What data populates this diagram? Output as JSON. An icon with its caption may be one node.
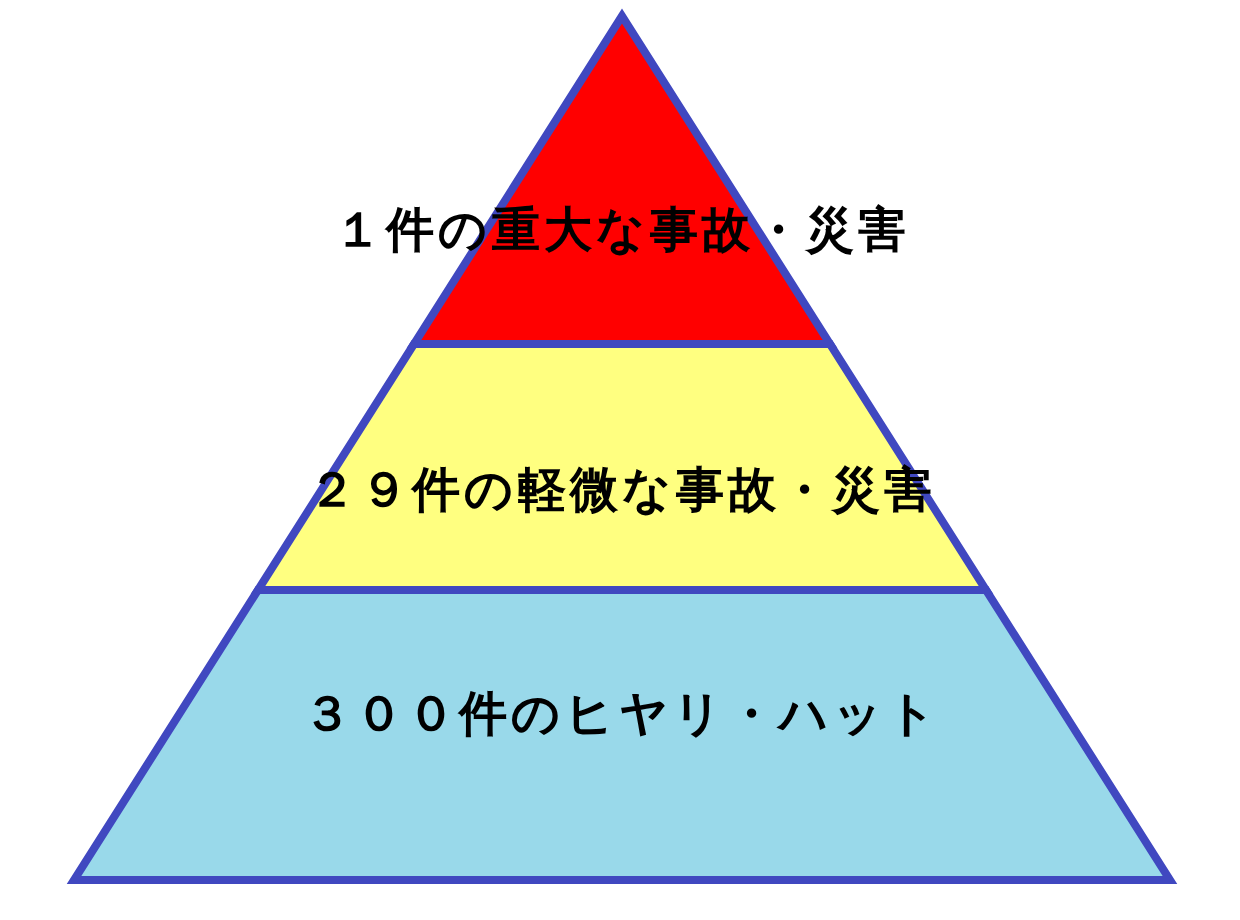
{
  "diagram": {
    "nodes": [
      {
        "text": [
          "１件の重大な事故・災害"
        ]
      },
      {
        "text": [
          "２９件の軽微な事故・災害"
        ]
      },
      {
        "text": [
          "３００件のヒヤリ・ハット"
        ]
      }
    ]
  }
}
